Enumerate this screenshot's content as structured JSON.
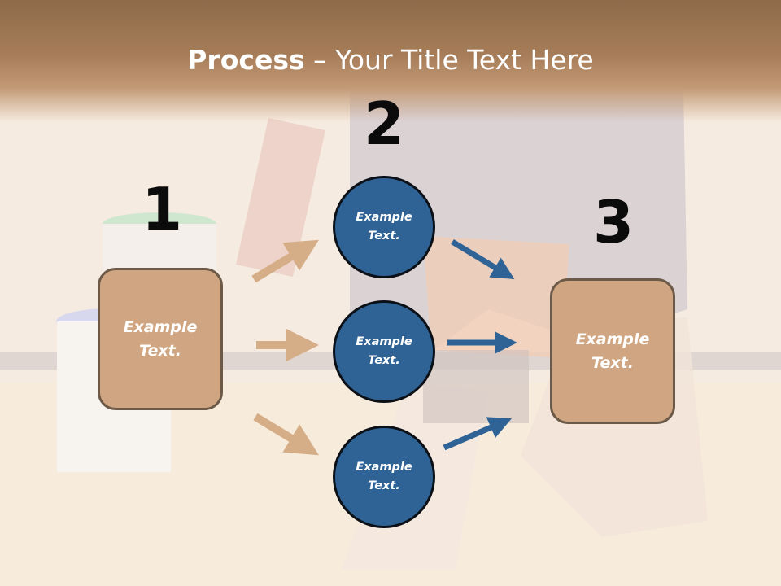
{
  "title": {
    "bold": "Process",
    "rest": " – Your Title Text Here"
  },
  "steps": {
    "one": "1",
    "two": "2",
    "three": "3"
  },
  "boxes": {
    "left": "Example\nText.",
    "right": "Example\nText."
  },
  "circles": {
    "top": "Example\nText.",
    "middle": "Example\nText.",
    "bottom": "Example\nText."
  },
  "colors": {
    "title_band": "#a67d58",
    "box_fill": "#cfa681",
    "box_border": "#6c5947",
    "circle_fill": "#2f6396",
    "tan_arrow": "#d5ad87",
    "blue_arrow": "#2f6396",
    "step_number": "#0b0b0b"
  },
  "icons": {
    "tan_arrows": [
      "arrow-up-right-icon",
      "arrow-right-icon",
      "arrow-down-right-icon"
    ],
    "blue_arrows": [
      "arrow-down-right-icon",
      "arrow-right-icon",
      "arrow-up-right-icon"
    ]
  }
}
